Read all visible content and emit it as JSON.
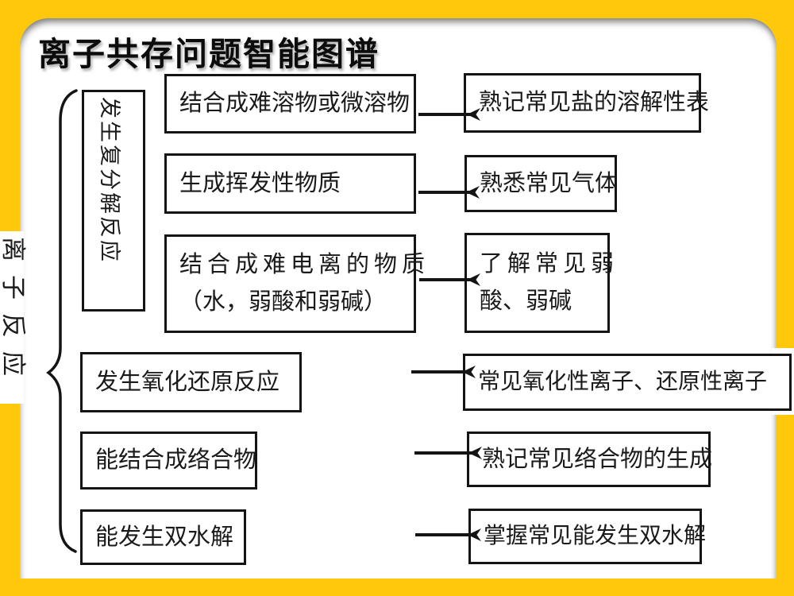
{
  "title": "离子共存问题智能图谱",
  "side_label": "离子反应",
  "group_label": "发生复分解反应",
  "rows": [
    {
      "condition": [
        "结合成难溶物或微溶物"
      ],
      "knowledge": [
        "熟记常见盐的溶解性表"
      ]
    },
    {
      "condition": [
        "生成挥发性物质"
      ],
      "knowledge": [
        "熟悉常见气体"
      ]
    },
    {
      "condition": [
        "结合成难电离的物质",
        "（水，弱酸和弱碱）"
      ],
      "knowledge": [
        "了解常见弱",
        "酸、弱碱"
      ]
    },
    {
      "condition": [
        "发生氧化还原反应"
      ],
      "knowledge": [
        "常见氧化性离子、还原性离子"
      ]
    },
    {
      "condition": [
        "能结合成络合物"
      ],
      "knowledge": [
        "熟记常见络合物的生成"
      ]
    },
    {
      "condition": [
        "能发生双水解"
      ],
      "knowledge": [
        "掌握常见能发生双水解"
      ]
    }
  ],
  "colors": {
    "frame_yellow": "#FFC80A",
    "ink": "#141414",
    "page": "#FFFFFF"
  }
}
